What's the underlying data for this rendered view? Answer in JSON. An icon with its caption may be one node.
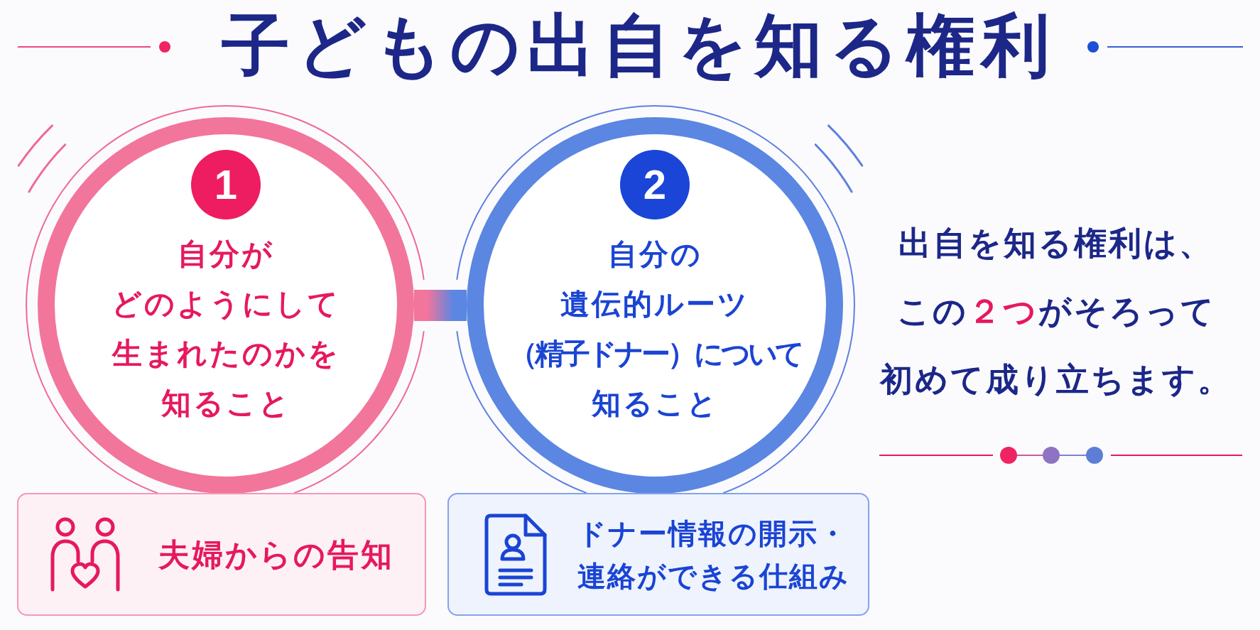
{
  "diagram": {
    "title": "子どもの出自を知る権利",
    "nodes": [
      {
        "text": [
          "自分がどのようにして生まれたのかを知ること"
        ]
      },
      {
        "text": [
          "1"
        ],
        "in": 0
      },
      {
        "text": [
          "自分の遺伝的ルーツ（精子ドナー）について知ること"
        ]
      },
      {
        "text": [
          "2"
        ],
        "in": 2
      },
      {
        "text": [
          "夫婦からの告知"
        ]
      },
      {
        "text": [
          "ドナー情報の開示・連絡ができる仕組み"
        ]
      }
    ],
    "edges": [
      {
        "from": 0,
        "to": 2,
        "arrow": "none",
        "style": "thick"
      }
    ],
    "labels": [
      "出自を知る権利は、この**２つ**がそろって初めて成り立ちます。"
    ]
  }
}
